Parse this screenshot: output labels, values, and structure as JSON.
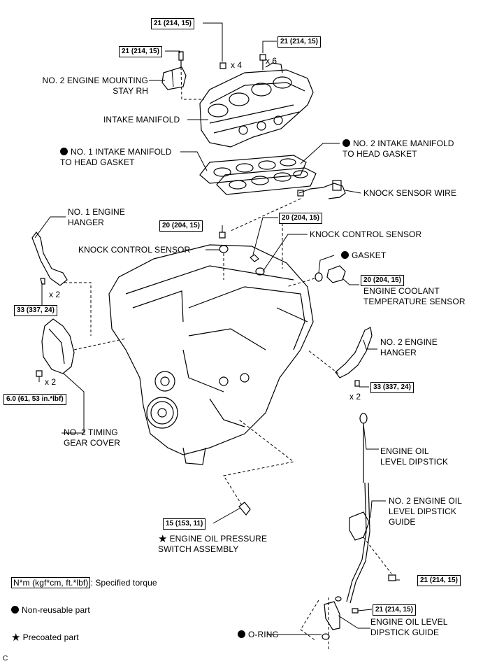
{
  "diagram": {
    "torques": {
      "t_top_left": "21 (214, 15)",
      "t_top_center": "21 (214, 15)",
      "t_top_right": "21 (214, 15)",
      "t_knock_left": "20 (204, 15)",
      "t_knock_right": "20 (204, 15)",
      "t_coolant": "20 (204, 15)",
      "t_hanger1": "33 (337, 24)",
      "t_hanger2": "33 (337, 24)",
      "t_timing": "6.0 (61, 53 in.*lbf)",
      "t_oilpress": "15 (153, 11)",
      "t_dip_guide": "21 (214, 15)",
      "t_dip_lower": "21 (214, 15)"
    },
    "quantities": {
      "q_x4": "x 4",
      "q_x6": "x 6",
      "q_hanger1": "x 2",
      "q_timing": "x 2",
      "q_hanger2": "x 2"
    },
    "labels": {
      "mount_stay": "NO. 2 ENGINE MOUNTING\nSTAY RH",
      "intake_manifold": "INTAKE MANIFOLD",
      "gasket1": "NO. 1 INTAKE MANIFOLD\nTO HEAD GASKET",
      "gasket2": "NO. 2 INTAKE MANIFOLD\nTO HEAD GASKET",
      "knock_wire": "KNOCK SENSOR WIRE",
      "hanger1": "NO. 1 ENGINE\nHANGER",
      "knock_left": "KNOCK CONTROL SENSOR",
      "knock_right": "KNOCK CONTROL SENSOR",
      "gasket": "GASKET",
      "coolant_sensor": "ENGINE COOLANT\nTEMPERATURE SENSOR",
      "hanger2": "NO. 2 ENGINE\nHANGER",
      "timing_cover": "NO. 2 TIMING\nGEAR COVER",
      "dipstick": "ENGINE OIL\nLEVEL DIPSTICK",
      "dip_guide2": "NO. 2 ENGINE OIL\nLEVEL DIPSTICK\nGUIDE",
      "oil_pressure": "ENGINE OIL PRESSURE\nSWITCH ASSEMBLY",
      "dip_guide": "ENGINE OIL LEVEL\nDIPSTICK GUIDE",
      "oring": "O-RING"
    },
    "legend": {
      "torque_box": "N*m (kgf*cm, ft.*lbf)",
      "torque_text": ": Specified torque",
      "nonreusable": "Non-reusable part",
      "precoated": "Precoated part"
    },
    "figure_code": "C"
  }
}
